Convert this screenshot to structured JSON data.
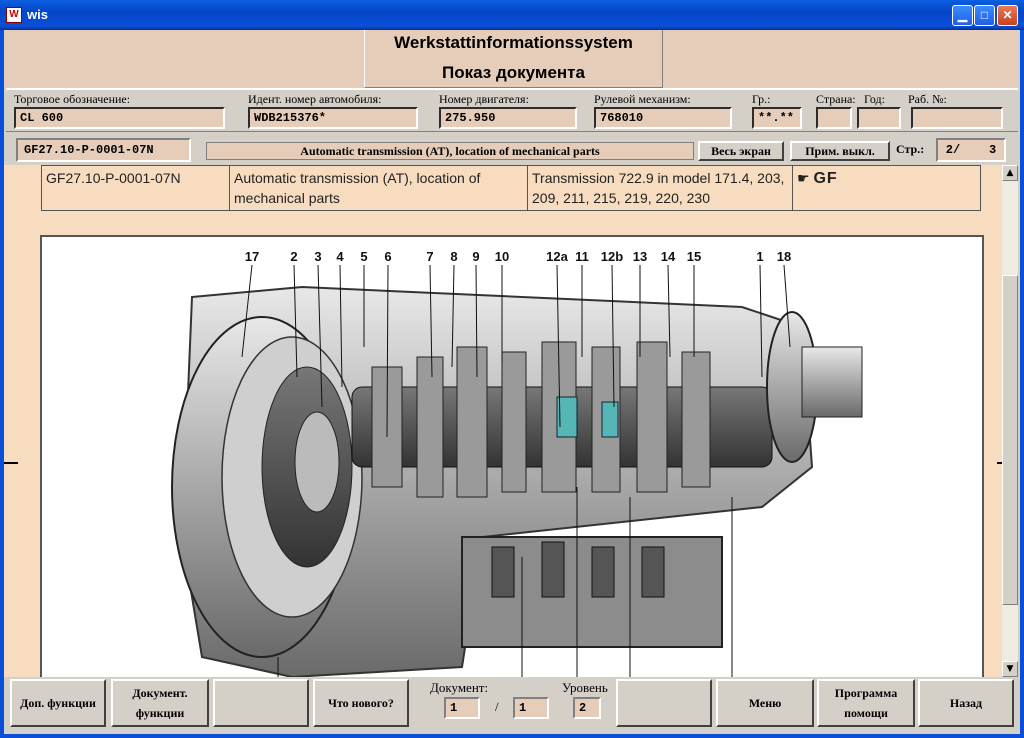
{
  "window": {
    "title": "wis",
    "icon": "app-document-icon",
    "controls": [
      "minimize-icon",
      "maximize-icon",
      "close-icon"
    ]
  },
  "header": {
    "system_name": "Werkstattinformationssystem",
    "view_name": "Показ документа"
  },
  "vehicle": {
    "trade_name_label": "Торговое обозначение:",
    "trade_name": "CL 600",
    "vin_label": "Идент. номер автомобиля:",
    "vin": "WDB215376*",
    "engine_label": "Номер двигателя:",
    "engine": "275.950",
    "steering_label": "Рулевой механизм:",
    "steering": "768010",
    "group_label": "Гр.:",
    "group": "**.**",
    "country_label": "Страна:",
    "country": "",
    "year_label": "Год:",
    "year": "",
    "work_no_label": "Раб. №:",
    "work_no": ""
  },
  "document": {
    "code": "GF27.10-P-0001-07N",
    "title": "Automatic transmission (AT), location of mechanical parts",
    "fullscreen_label": "Весь экран",
    "notes_off_label": "Прим. выкл.",
    "page_label": "Стр.:",
    "page_current": "2/",
    "page_total": "3"
  },
  "doc_table": {
    "code": "GF27.10-P-0001-07N",
    "title": "Automatic transmission (AT), location of mechanical parts",
    "applicability": "Transmission 722.9 in model 171.4, 203, 209, 211, 215, 219, 220, 230",
    "badge": "GF",
    "badge_icon": "hand-pointer-icon"
  },
  "figure": {
    "callouts": [
      "17",
      "2",
      "3",
      "4",
      "5",
      "6",
      "7",
      "8",
      "9",
      "10",
      "12a",
      "11",
      "12b",
      "13",
      "14",
      "15",
      "1",
      "18"
    ]
  },
  "bottom": {
    "extra_functions": "Доп. функции",
    "document_functions": "Документ. функции",
    "whats_new": "Что нового?",
    "document_label": "Документ:",
    "document_current": "1",
    "document_separator": "/",
    "document_total": "1",
    "level_label": "Уровень",
    "level_value": "2",
    "menu": "Меню",
    "help": "Программа помощи",
    "back": "Назад"
  },
  "colors": {
    "titlebar": "#0a4fd8",
    "header_bg": "#e6cdb9",
    "content_bg": "#f8dcc0",
    "chrome": "#d4d0c8"
  }
}
